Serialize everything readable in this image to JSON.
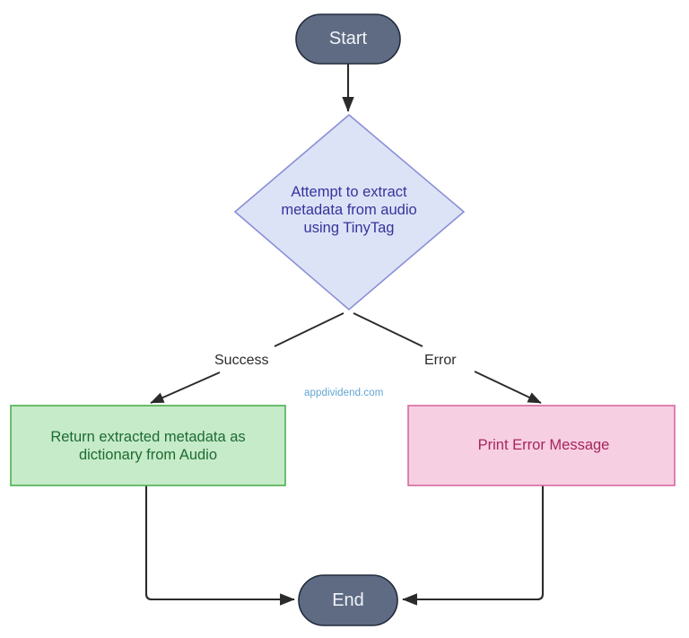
{
  "diagram": {
    "type": "flowchart",
    "orientation": "top-to-bottom",
    "background": "#ffffff",
    "nodes": {
      "start": {
        "label": "Start",
        "shape": "stadium",
        "fill": "#5e6b83",
        "stroke": "#232c3d",
        "text_color": "#f2f4f8"
      },
      "decision": {
        "label": "Attempt to extract metadata from audio using TinyTag",
        "line1": "Attempt to extract",
        "line2": "metadata from audio",
        "line3": "using TinyTag",
        "shape": "diamond",
        "fill": "#dde3f7",
        "stroke": "#8a8ed6",
        "text_color": "#34349b"
      },
      "success": {
        "label": "Return extracted metadata as dictionary from Audio",
        "line1": "Return extracted metadata as",
        "line2": "dictionary from Audio",
        "shape": "rectangle",
        "fill": "#c6ebc9",
        "stroke": "#4caf50",
        "text_color": "#1e6b32"
      },
      "error": {
        "label": "Print Error Message",
        "shape": "rectangle",
        "fill": "#f7cfe3",
        "stroke": "#d6699e",
        "text_color": "#a6265c"
      },
      "end": {
        "label": "End",
        "shape": "stadium",
        "fill": "#5e6b83",
        "stroke": "#232c3d",
        "text_color": "#f2f4f8"
      }
    },
    "edges": [
      {
        "from": "start",
        "to": "decision",
        "label": ""
      },
      {
        "from": "decision",
        "to": "success",
        "label": "Success"
      },
      {
        "from": "decision",
        "to": "error",
        "label": "Error"
      },
      {
        "from": "success",
        "to": "end",
        "label": ""
      },
      {
        "from": "error",
        "to": "end",
        "label": ""
      }
    ],
    "edge_color": "#2b2b2b",
    "watermark": "appdividend.com",
    "watermark_color": "#61a4d4"
  }
}
